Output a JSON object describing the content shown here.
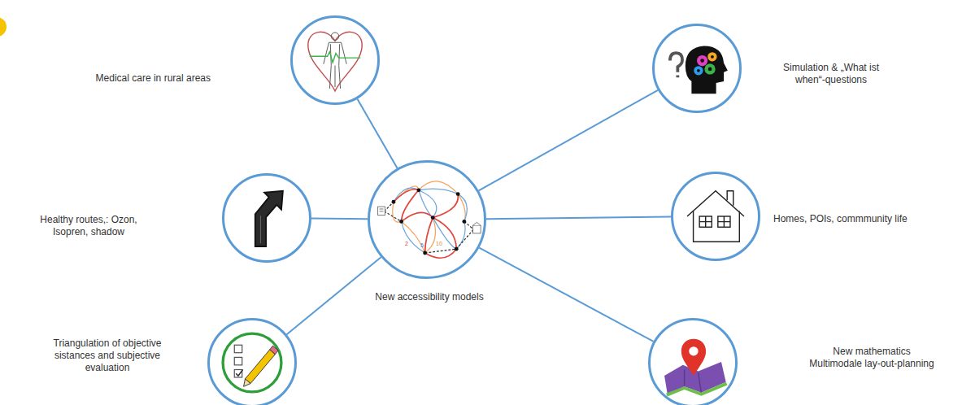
{
  "diagram": {
    "nodes": [
      {
        "text": [
          "New accessibility models"
        ]
      },
      {
        "text": [
          "Medical care in rural areas"
        ]
      },
      {
        "text": [
          "Simulation & „What ist when“-questions"
        ]
      },
      {
        "text": [
          "Healthy routes,: Ozon, Isopren, shadow"
        ]
      },
      {
        "text": [
          "Homes, POIs, commmunity life"
        ]
      },
      {
        "text": [
          "Triangulation of objective sistances and subjective evaluation"
        ]
      },
      {
        "text": [
          "New mathematics Multimodale lay-out-planning"
        ]
      }
    ],
    "edges": [
      {
        "from": 0,
        "to": 1,
        "arrow": "none"
      },
      {
        "from": 0,
        "to": 2,
        "arrow": "none"
      },
      {
        "from": 0,
        "to": 3,
        "arrow": "none"
      },
      {
        "from": 0,
        "to": 4,
        "arrow": "none"
      },
      {
        "from": 0,
        "to": 5,
        "arrow": "none"
      },
      {
        "from": 0,
        "to": 6,
        "arrow": "none"
      }
    ],
    "labels": [
      "2",
      "5",
      "10"
    ]
  }
}
